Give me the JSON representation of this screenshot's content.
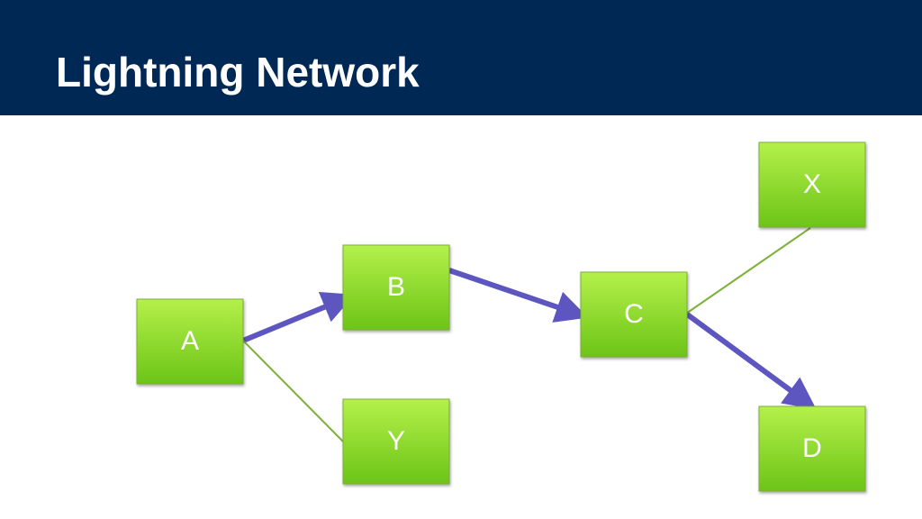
{
  "header": {
    "title": "Lightning Network"
  },
  "colors": {
    "header_bg": "#002855",
    "node_fill_top": "#b4f04a",
    "node_fill_bottom": "#6cc418",
    "node_border": "#7fae3a",
    "payment_path": "#5e56c0",
    "channel_line": "#7cb13a",
    "label": "#ffffff"
  },
  "nodes": [
    {
      "id": "A",
      "label": "A"
    },
    {
      "id": "B",
      "label": "B"
    },
    {
      "id": "C",
      "label": "C"
    },
    {
      "id": "X",
      "label": "X"
    },
    {
      "id": "Y",
      "label": "Y"
    },
    {
      "id": "D",
      "label": "D"
    }
  ],
  "edges": [
    {
      "from": "A",
      "to": "B",
      "kind": "payment-path",
      "directed": true
    },
    {
      "from": "B",
      "to": "C",
      "kind": "payment-path",
      "directed": true
    },
    {
      "from": "C",
      "to": "D",
      "kind": "payment-path",
      "directed": true
    },
    {
      "from": "A",
      "to": "Y",
      "kind": "channel",
      "directed": false
    },
    {
      "from": "C",
      "to": "X",
      "kind": "channel",
      "directed": false
    }
  ]
}
